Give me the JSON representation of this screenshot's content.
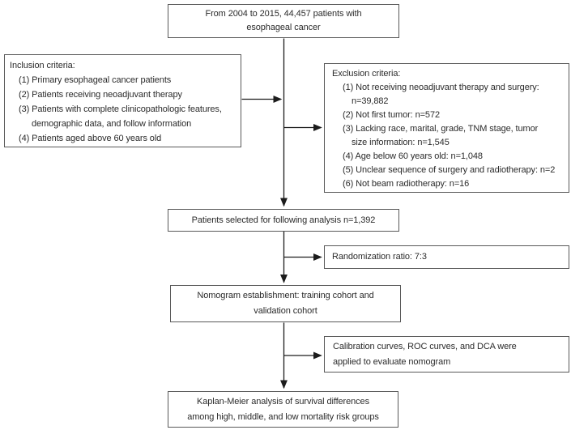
{
  "figure": {
    "type": "flowchart",
    "background": "#ffffff",
    "border_color": "#595959",
    "text_color": "#2b2b2b",
    "arrow_color": "#1c1c1c"
  },
  "boxes": {
    "source": {
      "lines": [
        "From 2004 to 2015, 44,457 patients with",
        "esophageal cancer"
      ]
    },
    "inclusion": {
      "lines": [
        "Inclusion criteria:",
        "(1) Primary esophageal cancer patients",
        "(2) Patients receiving neoadjuvant therapy",
        "(3) Patients with complete clinicopathologic features,",
        "demographic data, and follow information",
        "(4) Patients aged above 60 years old"
      ]
    },
    "exclusion": {
      "lines": [
        "Exclusion criteria:",
        "(1) Not receiving neoadjuvant therapy and surgery:",
        "n=39,882",
        "(2) Not first tumor: n=572",
        "(3) Lacking race, marital, grade, TNM stage, tumor",
        "size information: n=1,545",
        "(4) Age below 60 years old: n=1,048",
        "(5) Unclear sequence of surgery and radiotherapy: n=2",
        "(6) Not beam radiotherapy: n=16"
      ]
    },
    "selected": {
      "lines": [
        "Patients selected for following analysis n=1,392"
      ]
    },
    "randomization": {
      "lines": [
        "Randomization ratio: 7:3"
      ]
    },
    "nomogram": {
      "lines": [
        "Nomogram establishment: training cohort and",
        "validation cohort"
      ]
    },
    "calibration": {
      "lines": [
        "Calibration curves, ROC curves, and DCA were",
        "applied to evaluate nomogram"
      ]
    },
    "kaplan": {
      "lines": [
        "Kaplan-Meier analysis of survival differences",
        "among high, middle, and low mortality risk groups"
      ]
    }
  }
}
